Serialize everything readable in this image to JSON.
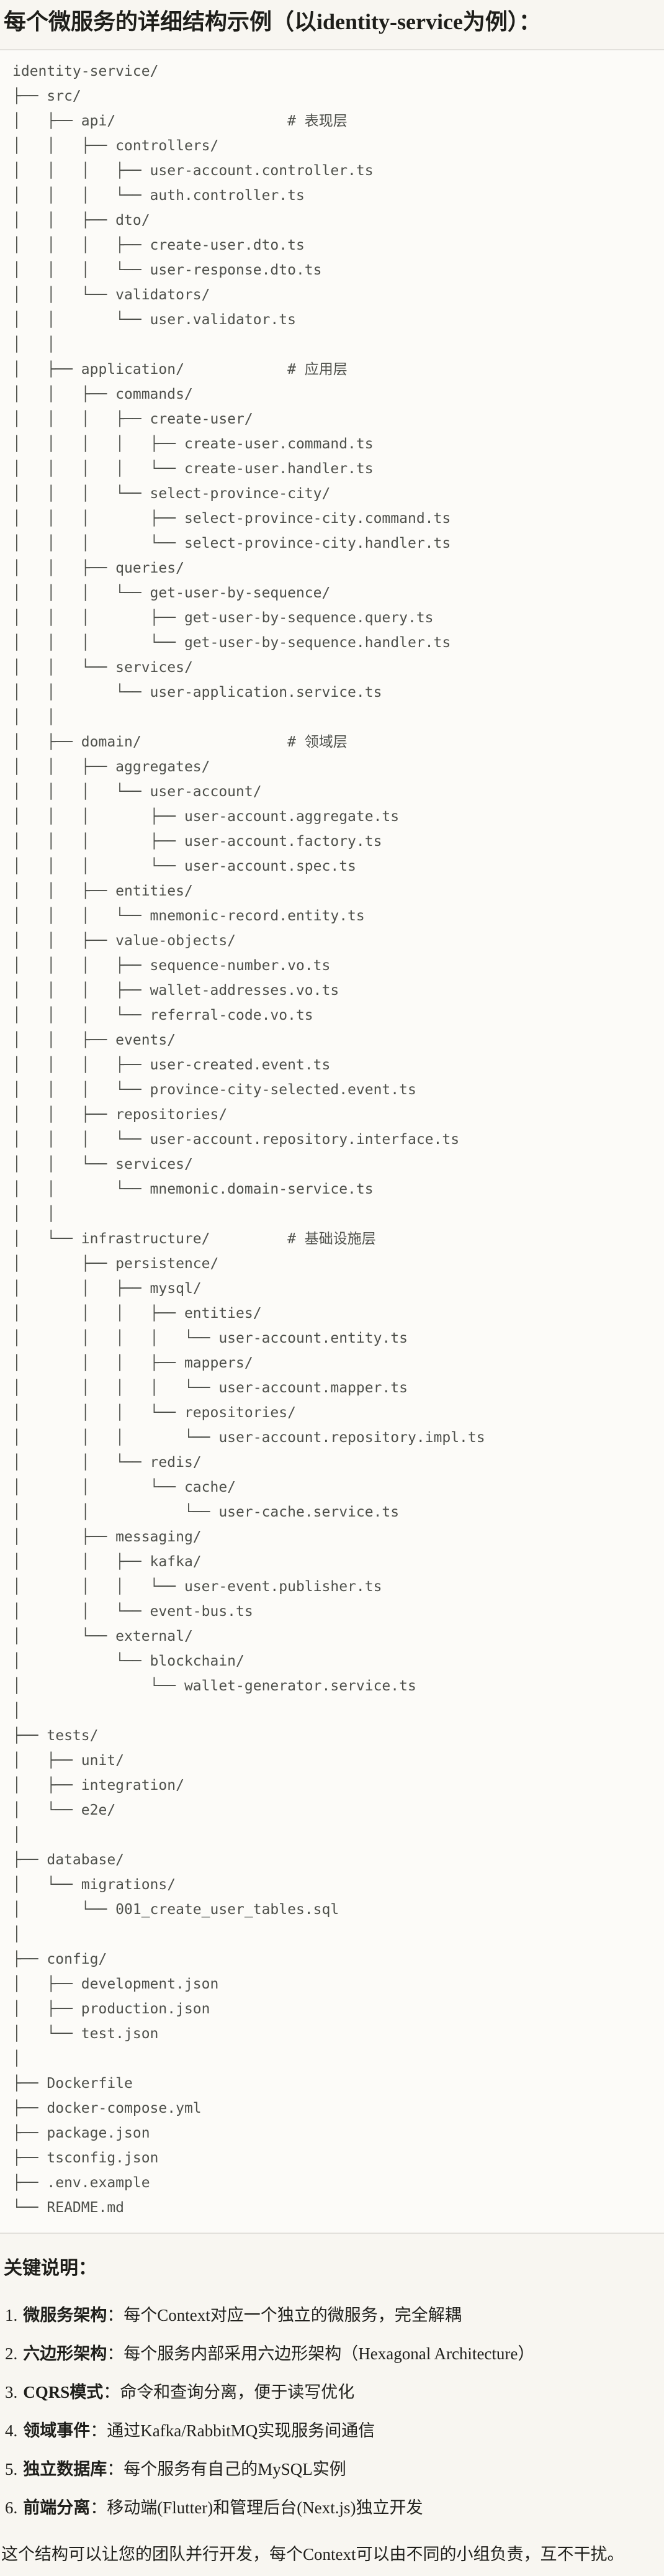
{
  "page": {
    "title": "每个微服务的详细结构示例（以identity-service为例）："
  },
  "colors": {
    "page_background": "#F8F6F1",
    "code_block_background": "#FCFBF8",
    "code_block_border": "#E3E1DC",
    "tree_text": "#4E504B",
    "body_text": "#21211D"
  },
  "tree": {
    "lines": [
      "identity-service/",
      "├── src/",
      "│   ├── api/                    # 表现层",
      "│   │   ├── controllers/",
      "│   │   │   ├── user-account.controller.ts",
      "│   │   │   └── auth.controller.ts",
      "│   │   ├── dto/",
      "│   │   │   ├── create-user.dto.ts",
      "│   │   │   └── user-response.dto.ts",
      "│   │   └── validators/",
      "│   │       └── user.validator.ts",
      "│   │",
      "│   ├── application/            # 应用层",
      "│   │   ├── commands/",
      "│   │   │   ├── create-user/",
      "│   │   │   │   ├── create-user.command.ts",
      "│   │   │   │   └── create-user.handler.ts",
      "│   │   │   └── select-province-city/",
      "│   │   │       ├── select-province-city.command.ts",
      "│   │   │       └── select-province-city.handler.ts",
      "│   │   ├── queries/",
      "│   │   │   └── get-user-by-sequence/",
      "│   │   │       ├── get-user-by-sequence.query.ts",
      "│   │   │       └── get-user-by-sequence.handler.ts",
      "│   │   └── services/",
      "│   │       └── user-application.service.ts",
      "│   │",
      "│   ├── domain/                 # 领域层",
      "│   │   ├── aggregates/",
      "│   │   │   └── user-account/",
      "│   │   │       ├── user-account.aggregate.ts",
      "│   │   │       ├── user-account.factory.ts",
      "│   │   │       └── user-account.spec.ts",
      "│   │   ├── entities/",
      "│   │   │   └── mnemonic-record.entity.ts",
      "│   │   ├── value-objects/",
      "│   │   │   ├── sequence-number.vo.ts",
      "│   │   │   ├── wallet-addresses.vo.ts",
      "│   │   │   └── referral-code.vo.ts",
      "│   │   ├── events/",
      "│   │   │   ├── user-created.event.ts",
      "│   │   │   └── province-city-selected.event.ts",
      "│   │   ├── repositories/",
      "│   │   │   └── user-account.repository.interface.ts",
      "│   │   └── services/",
      "│   │       └── mnemonic.domain-service.ts",
      "│   │",
      "│   └── infrastructure/         # 基础设施层",
      "│       ├── persistence/",
      "│       │   ├── mysql/",
      "│       │   │   ├── entities/",
      "│       │   │   │   └── user-account.entity.ts",
      "│       │   │   ├── mappers/",
      "│       │   │   │   └── user-account.mapper.ts",
      "│       │   │   └── repositories/",
      "│       │   │       └── user-account.repository.impl.ts",
      "│       │   └── redis/",
      "│       │       └── cache/",
      "│       │           └── user-cache.service.ts",
      "│       ├── messaging/",
      "│       │   ├── kafka/",
      "│       │   │   └── user-event.publisher.ts",
      "│       │   └── event-bus.ts",
      "│       └── external/",
      "│           └── blockchain/",
      "│               └── wallet-generator.service.ts",
      "│",
      "├── tests/",
      "│   ├── unit/",
      "│   ├── integration/",
      "│   └── e2e/",
      "│",
      "├── database/",
      "│   └── migrations/",
      "│       └── 001_create_user_tables.sql",
      "│",
      "├── config/",
      "│   ├── development.json",
      "│   ├── production.json",
      "│   └── test.json",
      "│",
      "├── Dockerfile",
      "├── docker-compose.yml",
      "├── package.json",
      "├── tsconfig.json",
      "├── .env.example",
      "└── README.md"
    ]
  },
  "notes": {
    "heading": "关键说明：",
    "items": [
      {
        "num": "1.",
        "label": "微服务架构",
        "colon": "：",
        "text": "每个Context对应一个独立的微服务，完全解耦"
      },
      {
        "num": "2.",
        "label": "六边形架构",
        "colon": "：",
        "text": "每个服务内部采用六边形架构（Hexagonal Architecture）"
      },
      {
        "num": "3.",
        "label": "CQRS模式",
        "colon": "：",
        "text": "命令和查询分离，便于读写优化"
      },
      {
        "num": "4.",
        "label": "领域事件",
        "colon": "：",
        "text": "通过Kafka/RabbitMQ实现服务间通信"
      },
      {
        "num": "5.",
        "label": "独立数据库",
        "colon": "：",
        "text": "每个服务有自己的MySQL实例"
      },
      {
        "num": "6.",
        "label": "前端分离",
        "colon": "：",
        "text": "移动端(Flutter)和管理后台(Next.js)独立开发"
      }
    ],
    "footer": "这个结构可以让您的团队并行开发，每个Context可以由不同的小组负责，互不干扰。"
  }
}
